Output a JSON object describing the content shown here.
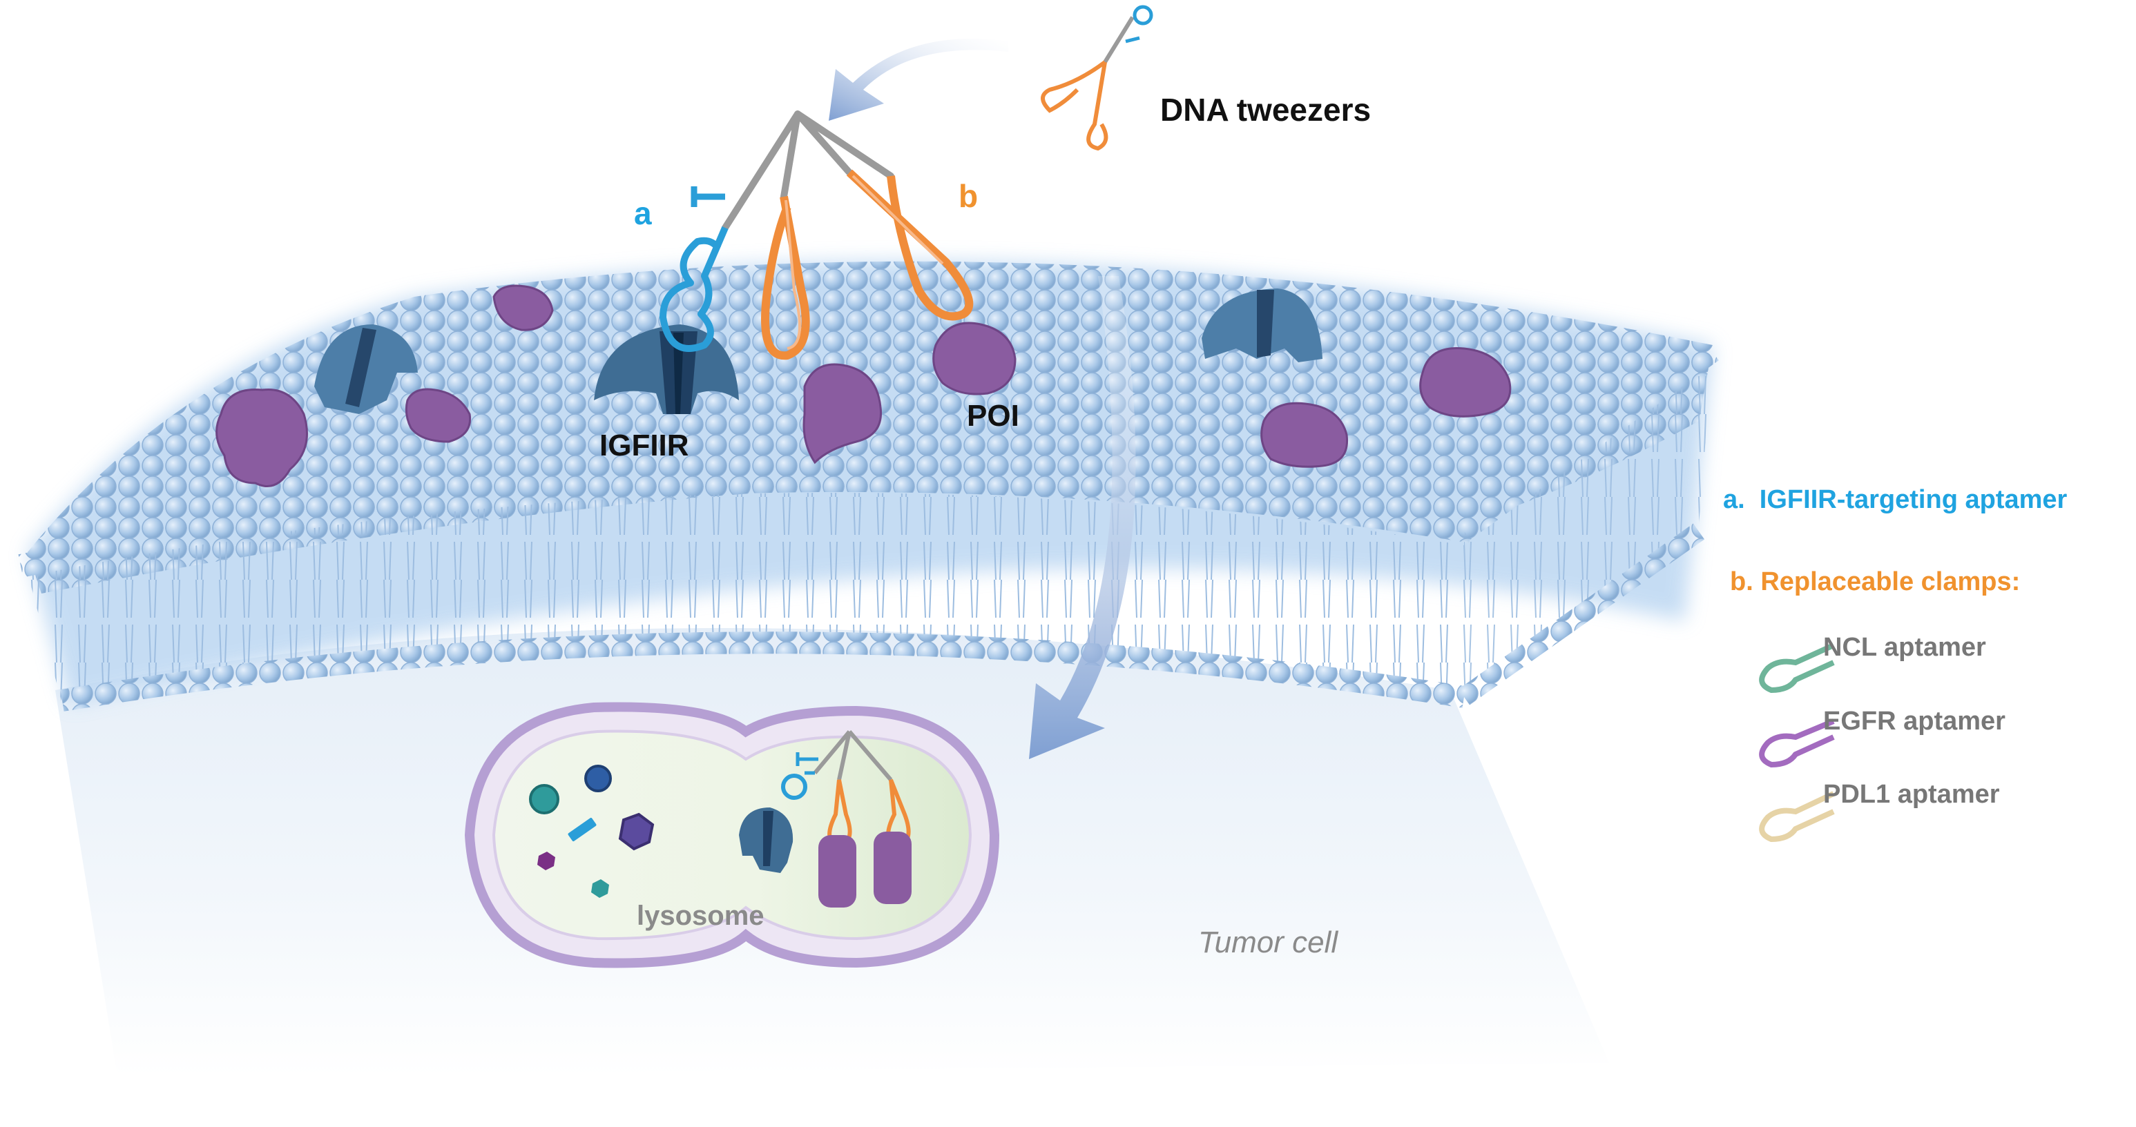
{
  "labels": {
    "dna_tweezers": "DNA tweezers",
    "arm_a": "a",
    "arm_b": "b",
    "igfiir": "IGFIIR",
    "poi": "POI",
    "lysosome": "lysosome",
    "tumor_cell": "Tumor cell"
  },
  "legend": {
    "a_item": "a.  IGFIIR-targeting aptamer",
    "b_item": "b. Replaceable clamps:",
    "clamps": [
      {
        "label": "NCL aptamer",
        "color": "#6fb59a"
      },
      {
        "label": "EGFR aptamer",
        "color": "#a36bbf"
      },
      {
        "label": "PDL1 aptamer",
        "color": "#e6d3a6"
      }
    ]
  },
  "colors": {
    "aptamer_blue": "#2a9ed8",
    "clamp_orange": "#f08c3a",
    "label_blue": "#1fa3e0",
    "label_orange": "#f0922e",
    "lipid_head": "#a9c8e8",
    "receptor": "#3f6d94",
    "poi_purple": "#8a5ca0",
    "lysosome_border": "#b59fd3"
  }
}
